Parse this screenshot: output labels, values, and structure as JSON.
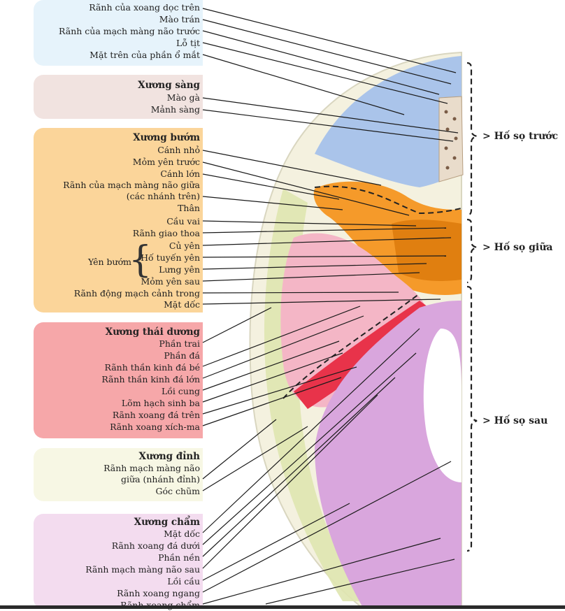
{
  "groups": {
    "frontal": {
      "labels": [
        "Rãnh của xoang dọc trên",
        "Mào trán",
        "Rãnh của mạch màng não trước",
        "Lỗ tịt",
        "Mặt trên của phần ổ mắt"
      ]
    },
    "ethmoid": {
      "title": "Xương sàng",
      "labels": [
        "Mào gà",
        "Mảnh sàng"
      ]
    },
    "sphenoid": {
      "title": "Xương bướm",
      "labels": [
        "Cánh nhỏ",
        "Mỏm yên trước",
        "Cánh lớn",
        "Rãnh của mạch màng não giữa",
        "(các nhánh trên)",
        "Thân",
        "Cầu vai",
        "Rãnh giao thoa"
      ],
      "sella_group": "Yên bướm",
      "sella_labels": [
        "Củ yên",
        "Hố tuyến yên",
        "Lưng yên",
        "Mỏm yên sau"
      ],
      "after_labels": [
        "Rãnh động mạch cảnh trong",
        "Mặt dốc"
      ]
    },
    "temporal": {
      "title": "Xương thái dương",
      "labels": [
        "Phần trai",
        "Phần đá",
        "Rãnh thần kinh đá bé",
        "Rãnh thần kinh đá lớn",
        "Lồi cung",
        "Lõm hạch sinh ba",
        "Rãnh xoang đá trên",
        "Rãnh xoang xích-ma"
      ]
    },
    "parietal": {
      "title": "Xương đỉnh",
      "labels": [
        "Rãnh mạch màng não",
        "giữa (nhánh đỉnh)",
        "Góc chũm"
      ]
    },
    "occipital": {
      "title": "Xương chẩm",
      "labels": [
        "Mặt dốc",
        "Rãnh xoang đá dưới",
        "Phần nền",
        "Rãnh mạch màng não sau",
        "Lồi cầu",
        "Rãnh xoang ngang",
        "Rãnh xoang chẩm"
      ]
    }
  },
  "fossae": {
    "anterior": "Hố sọ trước",
    "middle": "Hố sọ giữa",
    "posterior": "Hố sọ sau"
  },
  "colors": {
    "frontal_panel": "#e6f3fb",
    "ethmoid_panel": "#f1e3e0",
    "sphenoid_panel": "#fbd59a",
    "temporal_panel": "#f6a7a9",
    "parietal_panel": "#f7f7e4",
    "occipital_panel": "#f3dcef",
    "frontal_bone": "#aac4ea",
    "ethmoid_bone": "#e9dccb",
    "sphenoid_bone": "#f59a2a",
    "temporal_bone": "#ef8a9a",
    "parietal_bone": "#dfe6b0",
    "occipital_bone": "#d9a6dd"
  }
}
